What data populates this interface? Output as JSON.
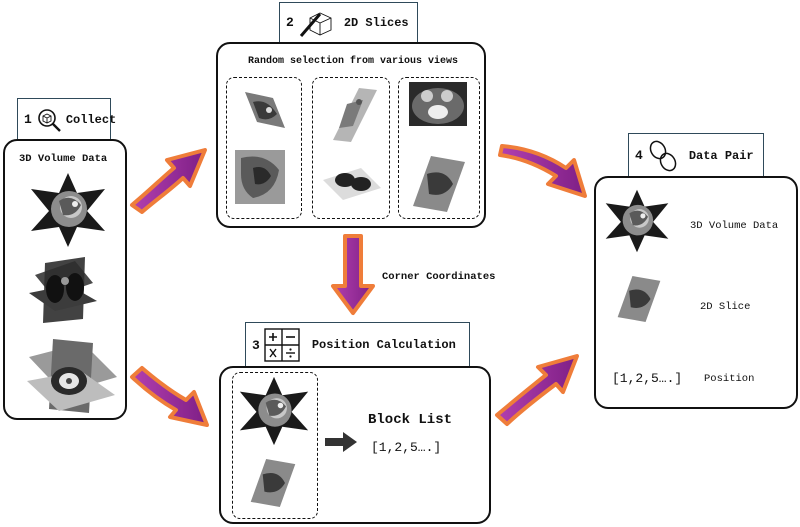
{
  "steps": {
    "collect": {
      "number": "1",
      "title": "Collect",
      "heading": "3D Volume Data"
    },
    "slices": {
      "number": "2",
      "title": "2D Slices",
      "caption": "Random selection from various views"
    },
    "position": {
      "number": "3",
      "title": "Position Calculation",
      "block_list": "Block List",
      "block_values": "[1,2,5….]"
    },
    "datapair": {
      "number": "4",
      "title": "Data Pair",
      "volume": "3D Volume Data",
      "slice": "2D Slice",
      "position_values": "[1,2,5….]",
      "position_label": "Position"
    }
  },
  "connectors": {
    "corner_coordinates": "Corner Coordinates"
  },
  "colors": {
    "arrow_fill": "#9b2d9e",
    "arrow_outline": "#ef7d3a",
    "border": "#111111",
    "tab_border": "#2f4a5a"
  },
  "icons": [
    "search-cube-icon",
    "knife-cube-icon",
    "calculator-icon",
    "chain-link-icon",
    "right-arrow-icon"
  ]
}
